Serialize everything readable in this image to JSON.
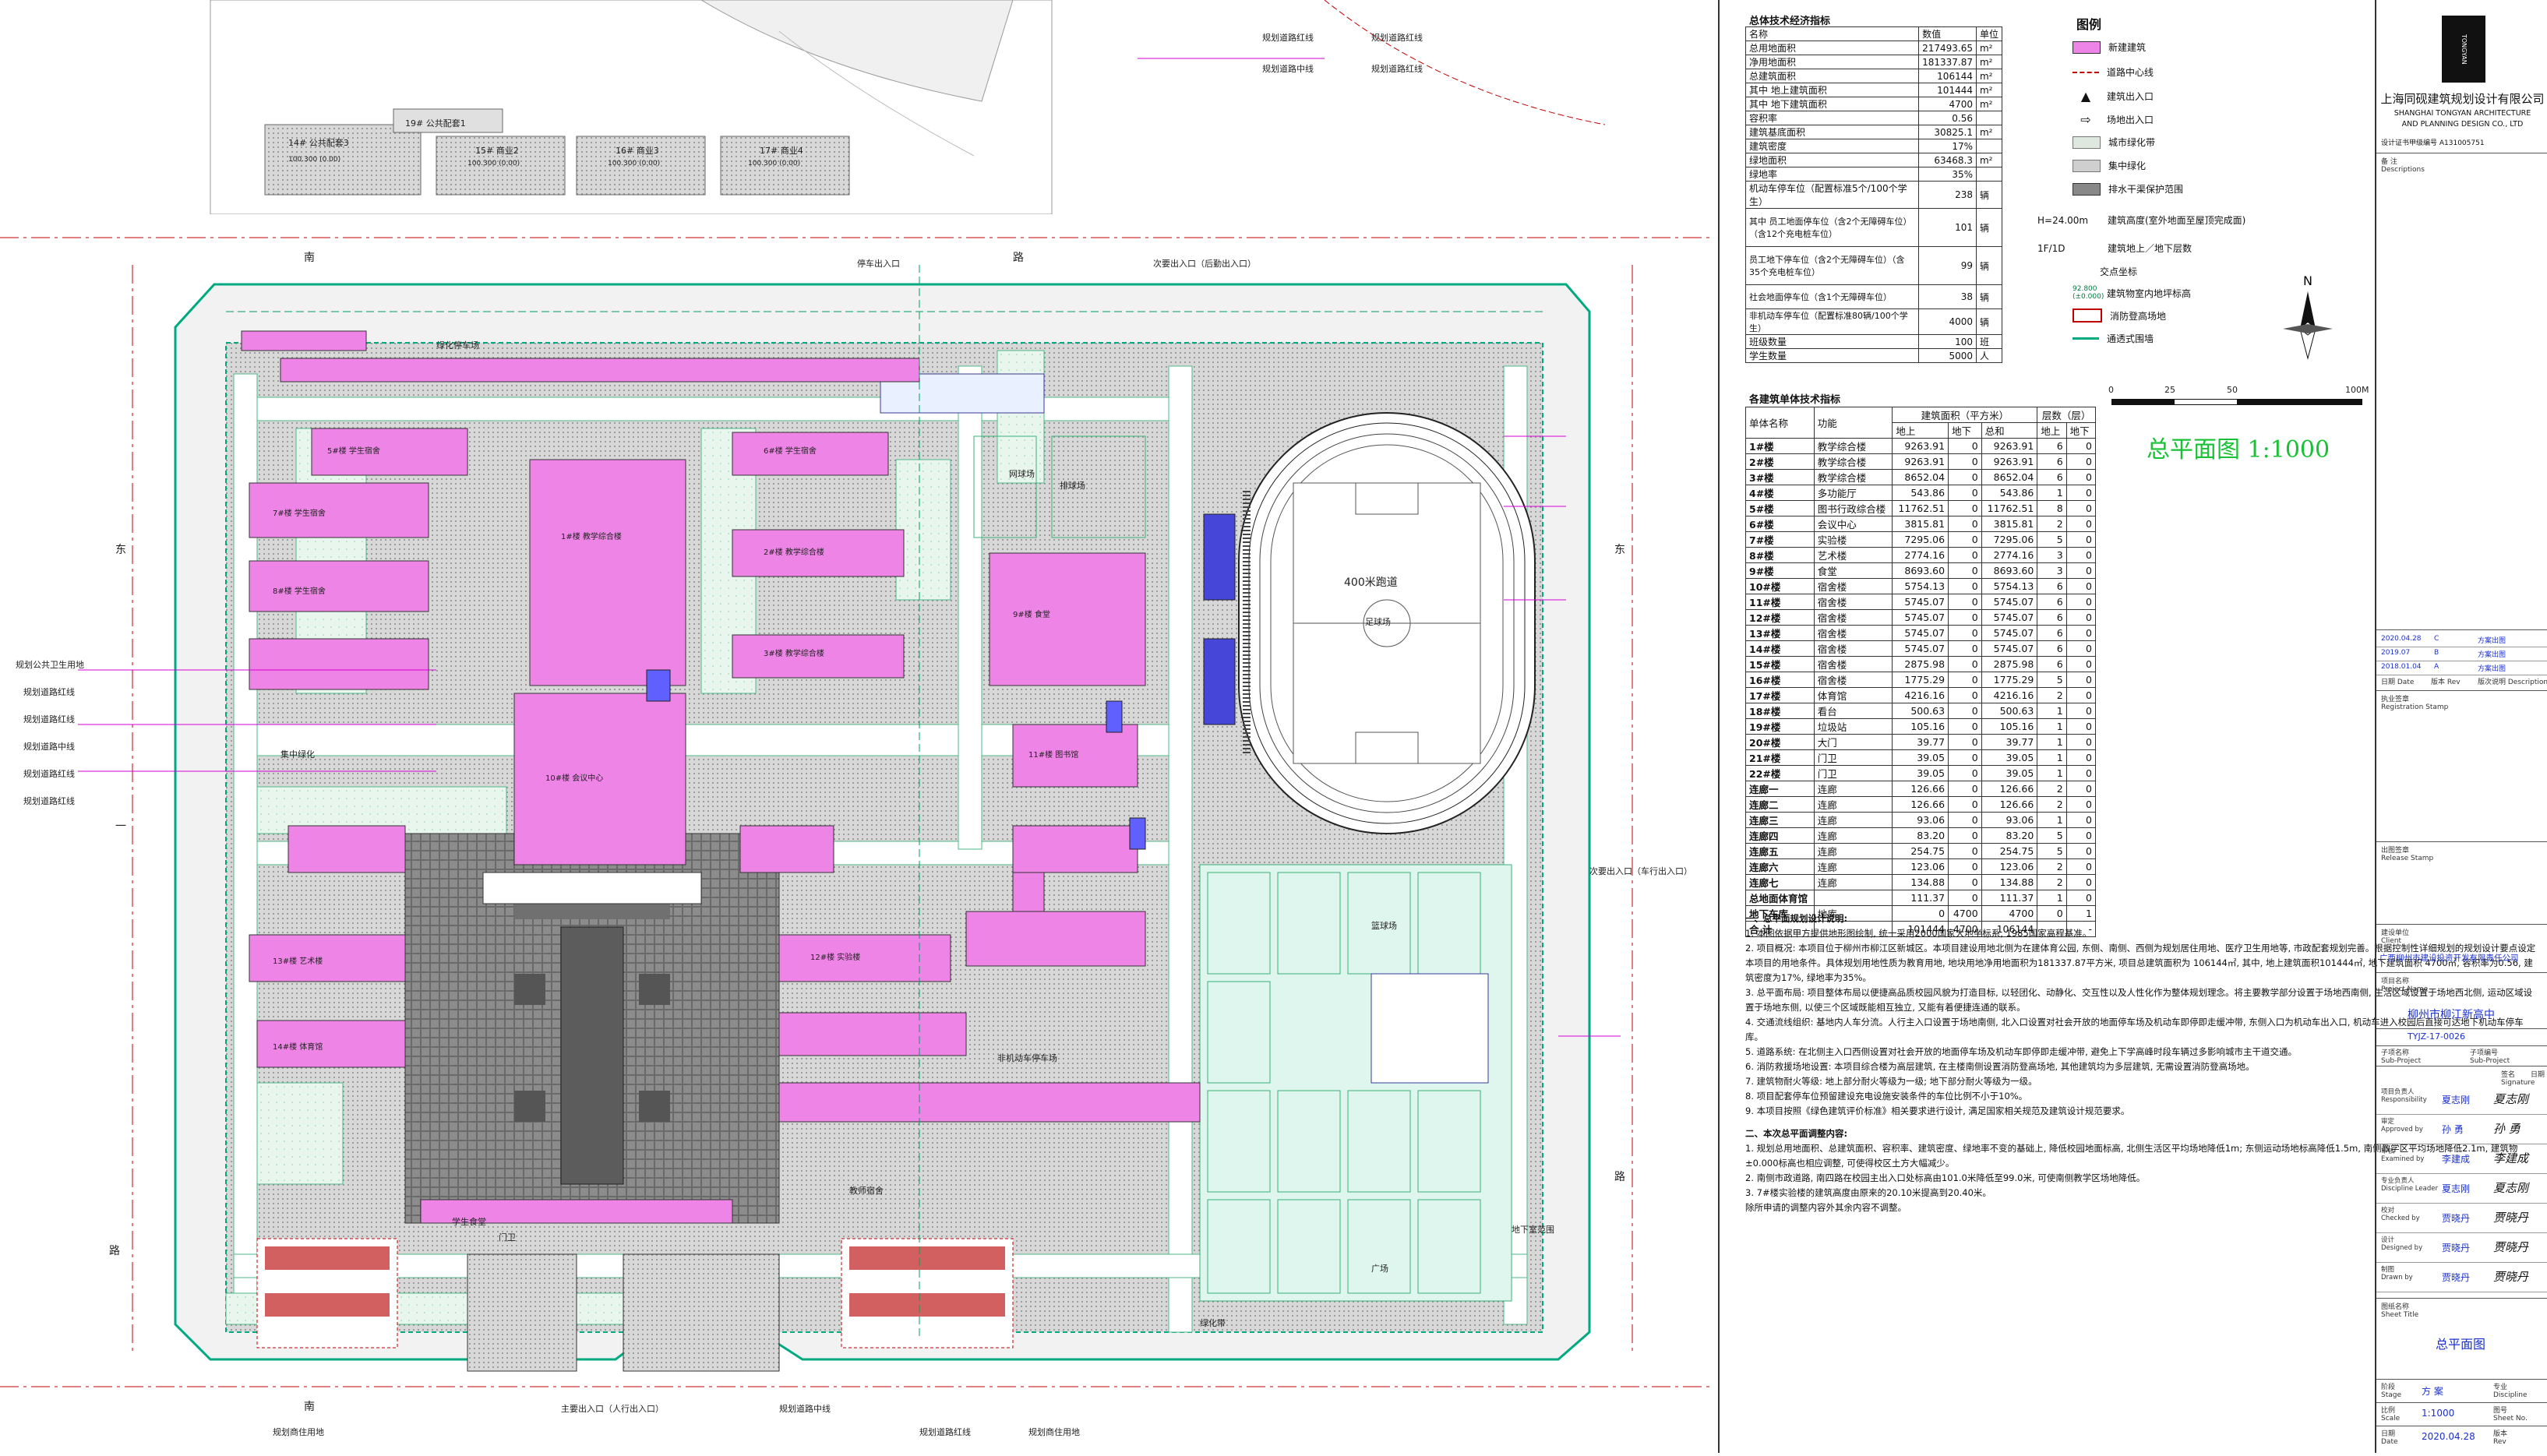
{
  "plan": {
    "north_road": "南",
    "north_road2": "路",
    "south_road": "南",
    "south_road2": "路",
    "east_road": "东",
    "west_road": "路",
    "road_east": "路",
    "road_e2": "东",
    "road_w_dash": "一",
    "track_label": "400米跑道",
    "field_label": "足球场",
    "main_entry": "主要出入口（人行出入口）",
    "north_entry1": "停车出入口",
    "north_entry2": "次要出入口（后勤出入口）",
    "east_entry": "次要出入口（车行出入口）",
    "n_block_labels": [
      "14# 公共配套3",
      "15# 商业2",
      "16# 商业3",
      "17# 商业4",
      "19# 公共配套1"
    ],
    "n_block_elev": [
      "100.300 (0.00)",
      "100.300 (0.00)",
      "100.300 (0.00)",
      "100.300 (0.00)"
    ],
    "west_labels": [
      "规划公共卫生用地",
      "规划道路红线",
      "规划道路红线",
      "规划道路中线",
      "规划道路红线",
      "规划道路红线"
    ],
    "south_labels": [
      "规划商住用地",
      "规划道路中线",
      "规划道路红线",
      "规划商住用地"
    ],
    "north_labels": [
      "规划道路红线",
      "规划道路中线",
      "规划道路红线",
      "规划道路红线"
    ],
    "buildings": [
      "1#楼 教学综合楼",
      "2#楼 教学综合楼",
      "3#楼 教学综合楼",
      "5#楼 学生宿舍",
      "6#楼 学生宿舍",
      "7#楼 学生宿舍",
      "8#楼 学生宿舍",
      "9#楼 食堂",
      "10#楼 会议中心",
      "11#楼 图书馆",
      "12#楼 实验楼",
      "13#楼 艺术楼",
      "14#楼 体育馆"
    ],
    "misc_labels": [
      "绿化停车场",
      "非机动车停车场",
      "集中绿化",
      "篮球场",
      "排球场",
      "网球场",
      "地下室范围",
      "广场",
      "绿化带",
      "门卫",
      "学生食堂",
      "教师宿舍"
    ]
  },
  "tech_table": {
    "title": "总体技术经济指标",
    "headers": [
      "名称",
      "数值",
      "单位"
    ],
    "rows": [
      [
        "总用地面积",
        "217493.65",
        "m²"
      ],
      [
        "净用地面积",
        "181337.87",
        "m²"
      ],
      [
        "总建筑面积",
        "106144",
        "m²"
      ],
      [
        "其中 地上建筑面积",
        "101444",
        "m²"
      ],
      [
        "其中 地下建筑面积",
        "4700",
        "m²"
      ],
      [
        "容积率",
        "0.56",
        ""
      ],
      [
        "建筑基底面积",
        "30825.1",
        "m²"
      ],
      [
        "建筑密度",
        "17%",
        ""
      ],
      [
        "绿地面积",
        "63468.3",
        "m²"
      ],
      [
        "绿地率",
        "35%",
        ""
      ],
      [
        "机动车停车位（配置标准5个/100个学生）",
        "238",
        "辆"
      ],
      [
        "其中 员工地面停车位（含2个无障碍车位）（含12个充电桩车位）",
        "101",
        "辆"
      ],
      [
        "员工地下停车位（含2个无障碍车位）（含35个充电桩车位）",
        "99",
        "辆"
      ],
      [
        "社会地面停车位（含1个无障碍车位）",
        "38",
        "辆"
      ],
      [
        "非机动车停车位（配置标准80辆/100个学生）",
        "4000",
        "辆"
      ],
      [
        "班级数量",
        "100",
        "班"
      ],
      [
        "学生数量",
        "5000",
        "人"
      ]
    ]
  },
  "legend": {
    "title": "图例",
    "items": [
      "新建建筑",
      "道路中心线",
      "建筑出入口",
      "场地出入口",
      "城市绿化带",
      "集中绿化",
      "排水干渠保护范围",
      "建筑高度(室外地面至屋顶完成面)",
      "建筑地上／地下层数",
      "交点坐标",
      "建筑物室内地坪标高",
      "消防登高场地",
      "通透式围墙"
    ],
    "sample_h": "H=24.00m",
    "sample_floor": "1F/1D",
    "sample_elev": "92.800 (±0.000)"
  },
  "scale_bar": {
    "labels": [
      "0",
      "25",
      "50",
      "100M"
    ]
  },
  "drawing_title": "总平面图 1:1000",
  "building_table": {
    "title": "各建筑单体技术指标",
    "headers": [
      "单体名称",
      "功能",
      "地上",
      "地下",
      "总和",
      "地上",
      "地下"
    ],
    "group_headers": [
      "建筑面积（平方米）",
      "层数（层）"
    ],
    "rows": [
      [
        "1#楼",
        "教学综合楼",
        "9263.91",
        "0",
        "9263.91",
        "6",
        "0"
      ],
      [
        "2#楼",
        "教学综合楼",
        "9263.91",
        "0",
        "9263.91",
        "6",
        "0"
      ],
      [
        "3#楼",
        "教学综合楼",
        "8652.04",
        "0",
        "8652.04",
        "6",
        "0"
      ],
      [
        "4#楼",
        "多功能厅",
        "543.86",
        "0",
        "543.86",
        "1",
        "0"
      ],
      [
        "5#楼",
        "图书行政综合楼",
        "11762.51",
        "0",
        "11762.51",
        "8",
        "0"
      ],
      [
        "6#楼",
        "会议中心",
        "3815.81",
        "0",
        "3815.81",
        "2",
        "0"
      ],
      [
        "7#楼",
        "实验楼",
        "7295.06",
        "0",
        "7295.06",
        "5",
        "0"
      ],
      [
        "8#楼",
        "艺术楼",
        "2774.16",
        "0",
        "2774.16",
        "3",
        "0"
      ],
      [
        "9#楼",
        "食堂",
        "8693.60",
        "0",
        "8693.60",
        "3",
        "0"
      ],
      [
        "10#楼",
        "宿舍楼",
        "5754.13",
        "0",
        "5754.13",
        "6",
        "0"
      ],
      [
        "11#楼",
        "宿舍楼",
        "5745.07",
        "0",
        "5745.07",
        "6",
        "0"
      ],
      [
        "12#楼",
        "宿舍楼",
        "5745.07",
        "0",
        "5745.07",
        "6",
        "0"
      ],
      [
        "13#楼",
        "宿舍楼",
        "5745.07",
        "0",
        "5745.07",
        "6",
        "0"
      ],
      [
        "14#楼",
        "宿舍楼",
        "5745.07",
        "0",
        "5745.07",
        "6",
        "0"
      ],
      [
        "15#楼",
        "宿舍楼",
        "2875.98",
        "0",
        "2875.98",
        "6",
        "0"
      ],
      [
        "16#楼",
        "宿舍楼",
        "1775.29",
        "0",
        "1775.29",
        "5",
        "0"
      ],
      [
        "17#楼",
        "体育馆",
        "4216.16",
        "0",
        "4216.16",
        "2",
        "0"
      ],
      [
        "18#楼",
        "看台",
        "500.63",
        "0",
        "500.63",
        "1",
        "0"
      ],
      [
        "19#楼",
        "垃圾站",
        "105.16",
        "0",
        "105.16",
        "1",
        "0"
      ],
      [
        "20#楼",
        "大门",
        "39.77",
        "0",
        "39.77",
        "1",
        "0"
      ],
      [
        "21#楼",
        "门卫",
        "39.05",
        "0",
        "39.05",
        "1",
        "0"
      ],
      [
        "22#楼",
        "门卫",
        "39.05",
        "0",
        "39.05",
        "1",
        "0"
      ],
      [
        "连廊一",
        "连廊",
        "126.66",
        "0",
        "126.66",
        "2",
        "0"
      ],
      [
        "连廊二",
        "连廊",
        "126.66",
        "0",
        "126.66",
        "2",
        "0"
      ],
      [
        "连廊三",
        "连廊",
        "93.06",
        "0",
        "93.06",
        "1",
        "0"
      ],
      [
        "连廊四",
        "连廊",
        "83.20",
        "0",
        "83.20",
        "5",
        "0"
      ],
      [
        "连廊五",
        "连廊",
        "254.75",
        "0",
        "254.75",
        "5",
        "0"
      ],
      [
        "连廊六",
        "连廊",
        "123.06",
        "0",
        "123.06",
        "2",
        "0"
      ],
      [
        "连廊七",
        "连廊",
        "134.88",
        "0",
        "134.88",
        "2",
        "0"
      ],
      [
        "总地面体育馆",
        "",
        "111.37",
        "0",
        "111.37",
        "1",
        "0"
      ],
      [
        "地下车库",
        "地库",
        "0",
        "4700",
        "4700",
        "0",
        "1"
      ],
      [
        "合 计",
        "",
        "101444",
        "4700",
        "106144",
        "-",
        "-"
      ]
    ]
  },
  "notes": {
    "part1_title": "一、总平面规划设计说明:",
    "part1": [
      "1. 本图依据甲方提供地形图绘制, 统一采用2000国家大地坐标系, 1985国家高程基准。",
      "2. 项目概况: 本项目位于柳州市柳江区新城区。本项目建设用地北侧为在建体育公园, 东侧、南侧、西侧为规划居住用地、医疗卫生用地等, 市政配套规划完善。根据控制性详细规划的规划设计要点设定本项目的用地条件。具体规划用地性质为教育用地, 地块用地净用地面积为181337.87平方米, 项目总建筑面积为 106144㎡, 其中, 地上建筑面积101444㎡, 地下建筑面积 4700㎡, 容积率为0.56, 建筑密度为17%, 绿地率为35%。",
      "3. 总平面布局: 项目整体布局以便捷高品质校园风貌为打造目标, 以轻团化、动静化、交互性以及人性化作为整体规划理念。将主要教学部分设置于场地西南侧, 生活区域设置于场地西北侧, 运动区域设置于场地东侧, 以使三个区域既能相互独立, 又能有着便捷连通的联系。",
      "4. 交通流线组织: 基地内人车分流。人行主入口设置于场地南侧, 北入口设置对社会开放的地面停车场及机动车即停即走缓冲带, 东侧入口为机动车出入口, 机动车进入校园后直接可达地下机动车停车库。",
      "5. 道路系统: 在北侧主入口西侧设置对社会开放的地面停车场及机动车即停即走缓冲带, 避免上下学高峰时段车辆过多影响城市主干道交通。",
      "6. 消防救援场地设置: 本项目综合楼为高层建筑, 在主楼南侧设置消防登高场地, 其他建筑均为多层建筑, 无需设置消防登高场地。",
      "7. 建筑物耐火等级: 地上部分耐火等级为一级; 地下部分耐火等级为一级。",
      "8. 项目配套停车位预留建设充电设施安装条件的车位比例不小于10%。",
      "9. 本项目按照《绿色建筑评价标准》相关要求进行设计, 满足国家相关规范及建筑设计规范要求。"
    ],
    "part2_title": "二、本次总平面调整内容:",
    "part2": [
      "1. 规划总用地面积、总建筑面积、容积率、建筑密度、绿地率不变的基础上, 降低校园地面标高, 北侧生活区平均场地降低1m; 东侧运动场地标高降低1.5m, 南侧教学区平均场地降低2.1m, 建筑物±0.000标高也相应调整, 可使得校区土方大幅减少。",
      "2. 南侧市政道路, 南四路在校园主出入口处标高由101.0米降低至99.0米, 可使南侧教学区场地降低。",
      "3. 7#楼实验楼的建筑高度由原来的20.10米提高到20.40米。",
      "除所申请的调整内容外其余内容不调整。"
    ]
  },
  "title_block": {
    "company_cn": "上海同砚建筑规划设计有限公司",
    "company_en1": "SHANGHAI TONGYAN ARCHITECTURE",
    "company_en2": "AND PLANNING DESIGN CO., LTD",
    "license": "设计证书甲级编号 A131005751",
    "logo_text": "TONGYAN",
    "remarks": "备 注\nDescriptions",
    "revisions": [
      [
        "2020.04.28",
        "C",
        "方案出图"
      ],
      [
        "2019.07",
        "B",
        "方案出图"
      ],
      [
        "2018.01.04",
        "A",
        "方案出图"
      ]
    ],
    "rev_headers": [
      "日期 Date",
      "版本 Rev",
      "版次说明 Description"
    ],
    "stamp1": "执业签章\nRegistration Stamp",
    "stamp2": "出图签章\nRelease Stamp",
    "client_label": "建设单位\nClient",
    "client": "广西柳州市建设投资开发有限责任公司",
    "project_label": "项目名称\nProject Name",
    "project": "柳州市柳江新高中",
    "sub_project_no": "TYJZ-17-0026",
    "sub_label": "子项名称\nSub-Project",
    "sub_no_label": "子项编号\nSub-Project",
    "roles": [
      [
        "项目负责人\nResponsibility",
        "夏志刚"
      ],
      [
        "审定\nApproved by",
        "孙 勇"
      ],
      [
        "审核\nExamined by",
        "李建成"
      ],
      [
        "专业负责人\nDiscipline Leader",
        "夏志刚"
      ],
      [
        "校对\nChecked by",
        "贾晓丹"
      ],
      [
        "设计\nDesigned by",
        "贾晓丹"
      ],
      [
        "制图\nDrawn by",
        "贾晓丹"
      ]
    ],
    "role_col_labels": [
      "签名\nSignature",
      "日期"
    ],
    "sheet_title_label": "图纸名称\nSheet Title",
    "sheet_title": "总平面图",
    "stage_label": "阶段\nStage",
    "stage": "方 案",
    "discipline_label": "专业\nDiscipline",
    "scale_label": "比例\nScale",
    "scale": "1:1000",
    "sheet_no_label": "图号\nSheet No.",
    "date_label": "日期\nDate",
    "date": "2020.04.28",
    "rev_label": "版本\nRev"
  }
}
